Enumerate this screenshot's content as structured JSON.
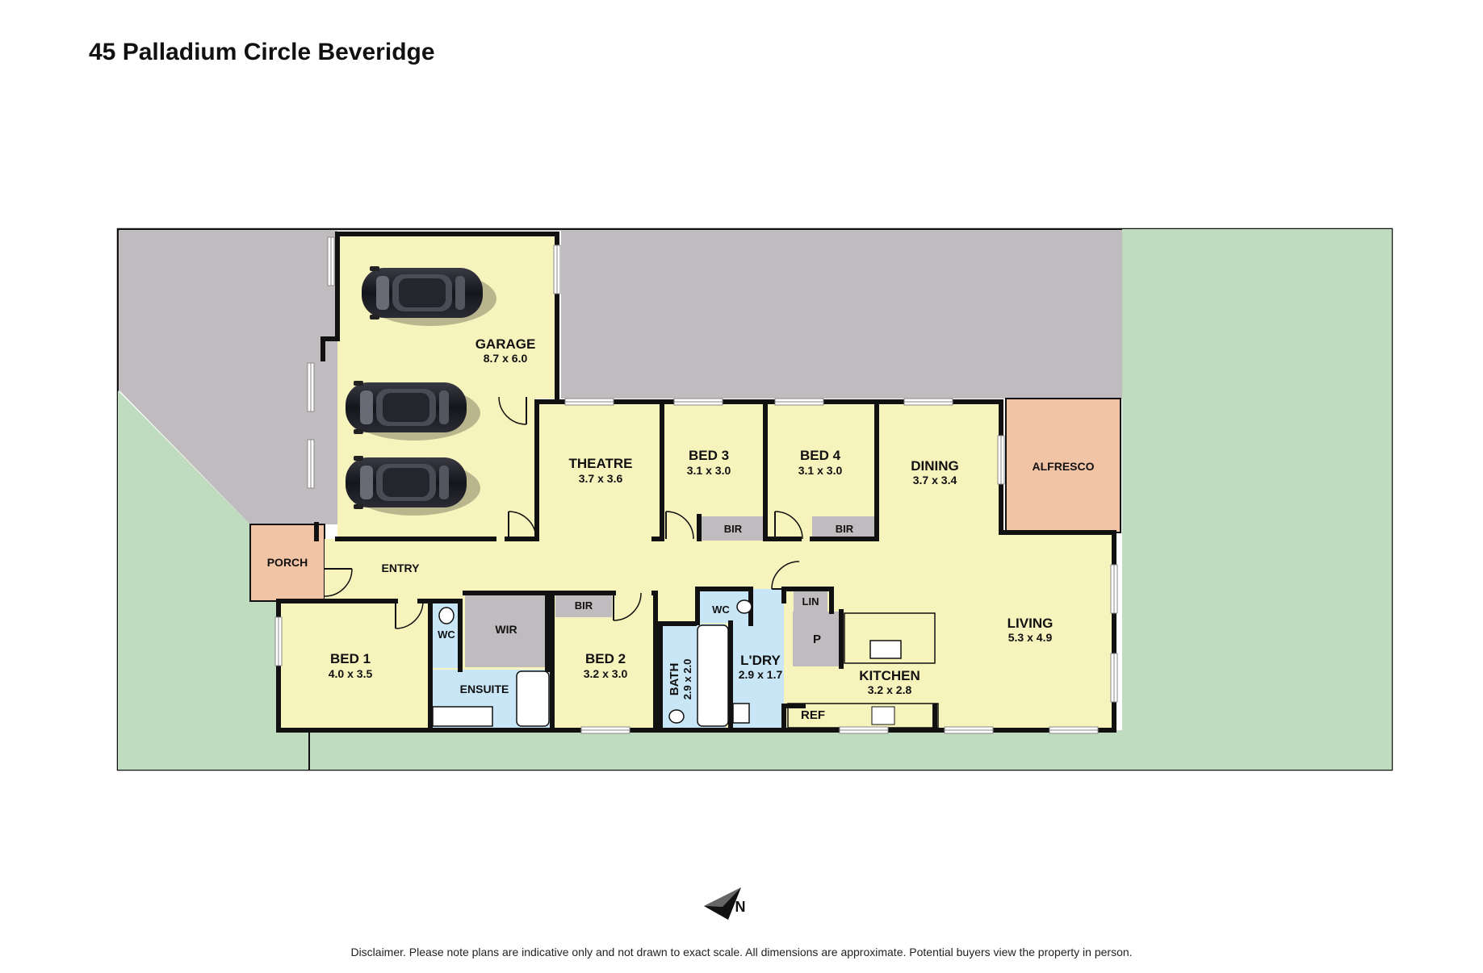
{
  "title": "45 Palladium Circle Beveridge",
  "disclaimer": "Disclaimer. Please note plans are indicative only and not drawn to exact scale. All dimensions are approximate. Potential buyers view the property in person.",
  "compass_label": "N",
  "colors": {
    "interior": "#f7f3bd",
    "wet_area": "#c8e6f5",
    "grey_unit": "#c0bbbe",
    "grass": "#c0dcc0",
    "porch": "#f2c4a6",
    "wall": "#111111"
  },
  "rooms": {
    "garage": {
      "name": "GARAGE",
      "dims": "8.7 x 6.0"
    },
    "theatre": {
      "name": "THEATRE",
      "dims": "3.7 x 3.6"
    },
    "bed3": {
      "name": "BED 3",
      "dims": "3.1 x 3.0"
    },
    "bed4": {
      "name": "BED 4",
      "dims": "3.1 x 3.0"
    },
    "dining": {
      "name": "DINING",
      "dims": "3.7 x 3.4"
    },
    "alfresco": {
      "name": "ALFRESCO"
    },
    "porch": {
      "name": "PORCH"
    },
    "entry": {
      "name": "ENTRY"
    },
    "bed1": {
      "name": "BED 1",
      "dims": "4.0 x 3.5"
    },
    "wc_ensuite": {
      "name": "WC"
    },
    "wir": {
      "name": "WIR"
    },
    "ensuite": {
      "name": "ENSUITE"
    },
    "bir_bed2": {
      "name": "BIR"
    },
    "bed2": {
      "name": "BED 2",
      "dims": "3.2 x 3.0"
    },
    "bath": {
      "name": "BATH",
      "dims": "2.9 x 2.0"
    },
    "wc_main": {
      "name": "WC"
    },
    "laundry": {
      "name": "L'DRY",
      "dims": "2.9 x 1.7"
    },
    "lin": {
      "name": "LIN"
    },
    "pantry": {
      "name": "P"
    },
    "living": {
      "name": "LIVING",
      "dims": "5.3 x 4.9"
    },
    "kitchen": {
      "name": "KITCHEN",
      "dims": "3.2 x 2.8"
    },
    "ref": {
      "name": "REF"
    },
    "bir_bed3": {
      "name": "BIR"
    },
    "bir_bed4": {
      "name": "BIR"
    }
  }
}
